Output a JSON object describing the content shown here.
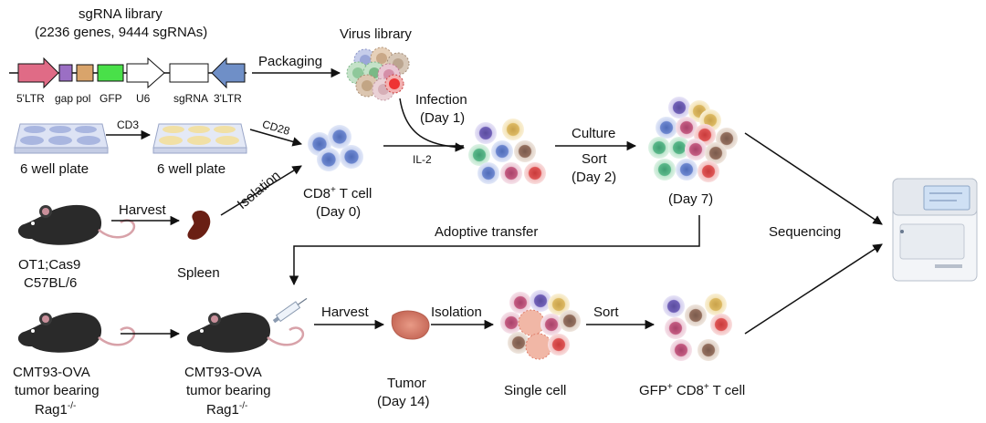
{
  "library": {
    "title": "sgRNA library",
    "subtitle": "(2236 genes, 9444 sgRNAs)",
    "parts": [
      "5'LTR",
      "gap pol",
      "GFP",
      "U6",
      "sgRNA",
      "3'LTR"
    ]
  },
  "virus": {
    "title": "Virus library",
    "packaging": "Packaging"
  },
  "infection": {
    "label": "Infection",
    "day": "(Day 1)"
  },
  "plates": {
    "plate1": "6 well plate",
    "plate2": "6 well plate",
    "cd3": "CD3",
    "cd28": "CD28"
  },
  "mouse1": {
    "harvest": "Harvest",
    "isolation": "Isolation",
    "line1": "OT1;Cas9",
    "line2": "C57BL/6",
    "spleen": "Spleen"
  },
  "tcell": {
    "name_pre": "CD8",
    "name_sup": "+",
    "name_post": " T cell",
    "day": "(Day 0)",
    "il2": "IL-2"
  },
  "culture": {
    "culture": "Culture",
    "sort": "Sort",
    "day2": "(Day 2)",
    "day7": "(Day 7)"
  },
  "transfer": "Adoptive transfer",
  "sequencing": "Sequencing",
  "recipients": {
    "left1": "CMT93-OVA",
    "left2": "tumor bearing",
    "left3_pre": "Rag1",
    "left3_sup": "-/-",
    "right1": "CMT93-OVA",
    "right2": "tumor bearing",
    "right3_pre": "Rag1",
    "right3_sup": "-/-"
  },
  "tumor": {
    "harvest": "Harvest",
    "isolation": "Isolation",
    "label": "Tumor",
    "day": "(Day 14)",
    "single": "Single cell",
    "sort": "Sort"
  },
  "gfp": {
    "pre": "GFP",
    "sup1": "+",
    "mid": " CD8",
    "sup2": "+",
    "post": " T cell"
  },
  "colors": {
    "arrow": "#111111",
    "ltr5": "#e06b86",
    "gappol": "#9b6fc4",
    "pol": "#d9a46b",
    "gfp": "#49e049",
    "ltr3": "#6f8fc7"
  }
}
